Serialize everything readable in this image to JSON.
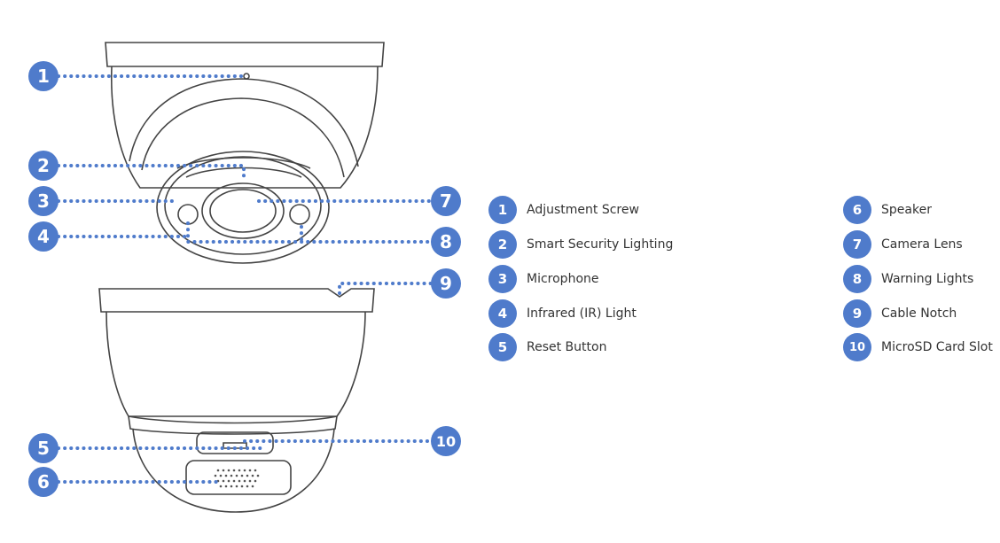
{
  "colors": {
    "accent": "#4f7bcb",
    "line_art": "#444444",
    "text": "#333333",
    "background": "#ffffff"
  },
  "callouts": [
    {
      "num": "1",
      "label": "Adjustment Screw"
    },
    {
      "num": "2",
      "label": "Smart Security Lighting"
    },
    {
      "num": "3",
      "label": "Microphone"
    },
    {
      "num": "4",
      "label": "Infrared (IR) Light"
    },
    {
      "num": "5",
      "label": "Reset Button"
    },
    {
      "num": "6",
      "label": "Speaker"
    },
    {
      "num": "7",
      "label": "Camera Lens"
    },
    {
      "num": "8",
      "label": "Warning Lights"
    },
    {
      "num": "9",
      "label": "Cable Notch"
    },
    {
      "num": "10",
      "label": "MicroSD Card Slot"
    }
  ]
}
